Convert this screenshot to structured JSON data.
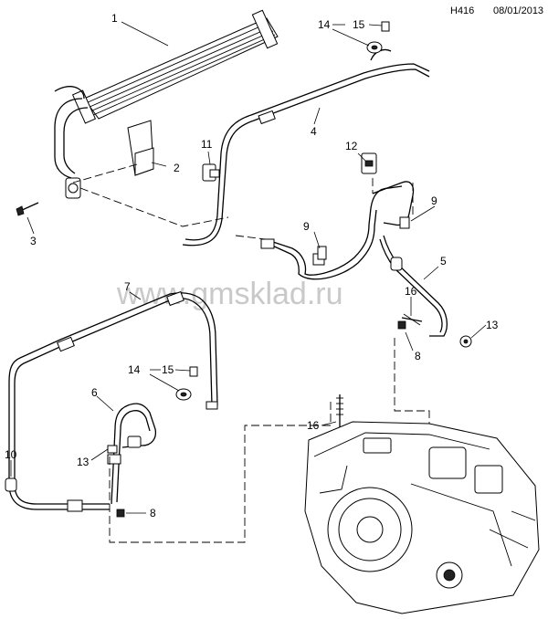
{
  "header": {
    "code": "H416",
    "date": "08/01/2013"
  },
  "watermark": "www.gmsklad.ru",
  "callouts": {
    "c1": "1",
    "c2": "2",
    "c3": "3",
    "c4": "4",
    "c5": "5",
    "c6": "6",
    "c7": "7",
    "c8a": "8",
    "c8b": "8",
    "c9a": "9",
    "c9b": "9",
    "c10": "10",
    "c11": "11",
    "c12": "12",
    "c13a": "13",
    "c13b": "13",
    "c14a": "14",
    "c14b": "14",
    "c15a": "15",
    "c15b": "15",
    "c16a": "16",
    "c16b": "16"
  },
  "colors": {
    "line": "#000000",
    "watermark": "#c9c9c9",
    "background": "#ffffff"
  }
}
